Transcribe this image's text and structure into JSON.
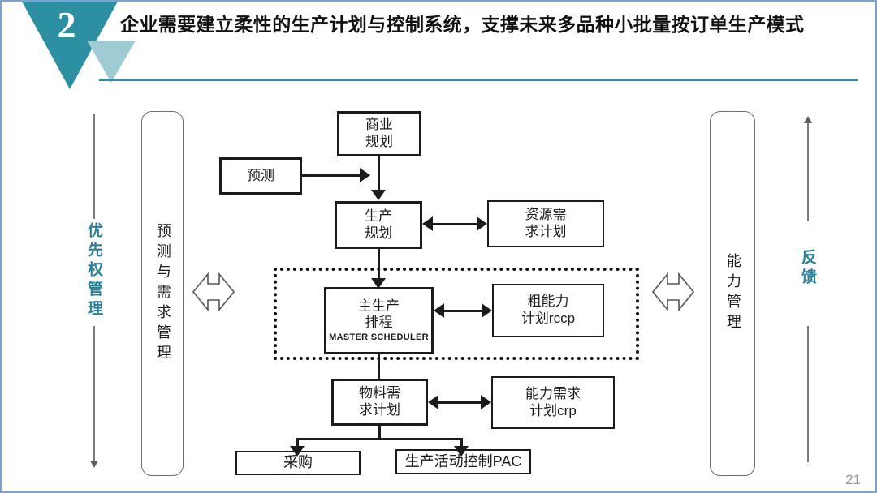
{
  "slide": {
    "number_badge": "2",
    "title": "企业需要建立柔性的生产计划与控制系统，支撑未来多品种小批量按订单生产模式",
    "page_number": "21",
    "accent_color": "#2d8fa2",
    "accent_light_color": "#9fcbd4",
    "border_color": "#7aa3d4"
  },
  "diagram": {
    "type": "flowchart",
    "left_rail": {
      "label": "优先权管理",
      "color": "#2a7f96",
      "arrow_direction": "down"
    },
    "right_rail": {
      "label": "反馈",
      "color": "#2a7f96",
      "arrow_direction": "up"
    },
    "left_panel": {
      "label": "预测与需求管理"
    },
    "right_panel": {
      "label": "能力管理"
    },
    "nodes": [
      {
        "id": "business-planning",
        "lines": [
          "商业",
          "规划"
        ],
        "sub": ""
      },
      {
        "id": "forecast",
        "lines": [
          "预测"
        ],
        "sub": ""
      },
      {
        "id": "production-planning",
        "lines": [
          "生产",
          "规划"
        ],
        "sub": ""
      },
      {
        "id": "resource-requirements-plan",
        "lines": [
          "资源需",
          "求计划"
        ],
        "sub": ""
      },
      {
        "id": "master-scheduler",
        "lines": [
          "主生产",
          "排程"
        ],
        "sub": "MASTER SCHEDULER"
      },
      {
        "id": "rough-cut-capacity-plan",
        "lines": [
          "粗能力",
          "计划rccp"
        ],
        "sub": ""
      },
      {
        "id": "material-requirements-plan",
        "lines": [
          "物料需",
          "求计划"
        ],
        "sub": ""
      },
      {
        "id": "capacity-requirements-plan",
        "lines": [
          "能力需求",
          "计划crp"
        ],
        "sub": ""
      },
      {
        "id": "purchasing",
        "lines": [
          "采购"
        ],
        "sub": ""
      },
      {
        "id": "production-activity-control",
        "lines": [
          "生产活动控制PAC"
        ],
        "sub": ""
      }
    ]
  }
}
